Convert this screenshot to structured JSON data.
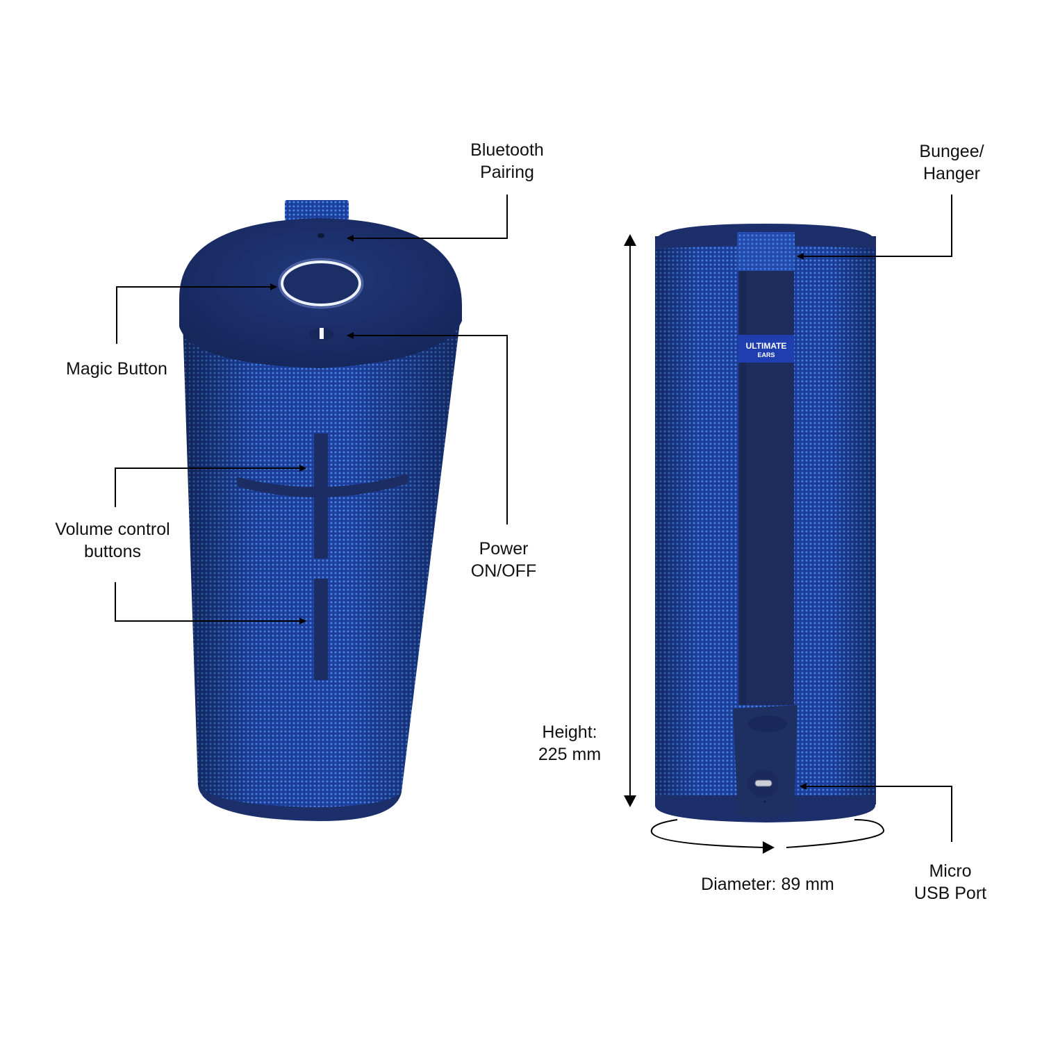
{
  "figure": {
    "product": "Ultimate Ears portable Bluetooth speaker",
    "brand_badge": {
      "line1": "ULTIMATE",
      "line2": "EARS"
    },
    "colors": {
      "fabric": "#1f44a6",
      "fabric_highlight": "#3d72d8",
      "cap": "#1c2f6b",
      "strap": "#1d2c5c",
      "ring": "#f2f6ff",
      "badge": "#1f3fb0",
      "line": "#000000"
    }
  },
  "callouts": {
    "bluetooth": {
      "line1": "Bluetooth",
      "line2": "Pairing"
    },
    "magic": {
      "line1": "Magic Button"
    },
    "power": {
      "line1": "Power",
      "line2": "ON/OFF"
    },
    "volume": {
      "line1": "Volume control",
      "line2": "buttons"
    },
    "bungee": {
      "line1": "Bungee/",
      "line2": "Hanger"
    },
    "usb": {
      "line1": "Micro",
      "line2": "USB Port"
    }
  },
  "dimensions": {
    "height": {
      "line1": "Height:",
      "line2": "225 mm"
    },
    "diameter": {
      "line1": "Diameter: 89 mm"
    }
  }
}
